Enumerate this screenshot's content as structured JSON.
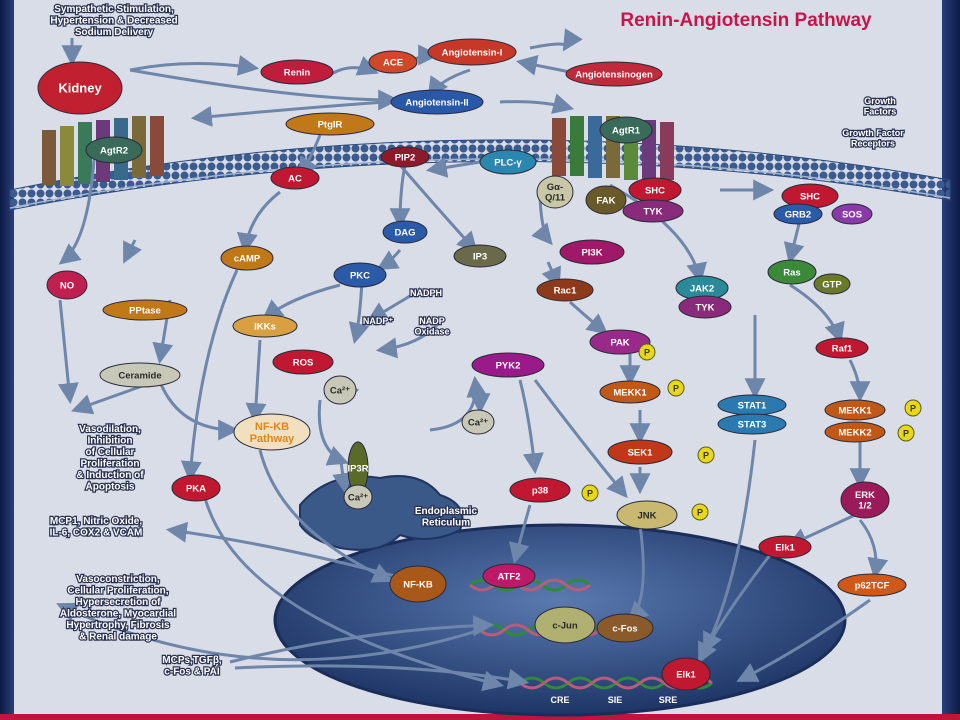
{
  "title": "Renin-Angiotensin Pathway",
  "colors": {
    "title": "#c8144a",
    "panel": "#d9dde8",
    "membrane": "#3a5a8c",
    "arrow": "#6e86aa"
  },
  "notes": {
    "stimulus": [
      "Sympathetic Stimulation,",
      "Hypertension & Decreased",
      "Sodium Delivery"
    ],
    "vasodilation": [
      "Vasodilation,",
      "Inhibition",
      "of Cellular",
      "Proliferation",
      "& Induction of",
      "Apoptosis"
    ],
    "mcp1": [
      "MCP1, Nitric Oxide,",
      "IL-6, COX2 & VCAM"
    ],
    "vasoconstriction": [
      "Vasoconstriction,",
      "Cellular Proliferation,",
      "Hypersecretion of",
      "Aldosterone, Myocardial",
      "Hypertrophy, Fibrosis",
      "& Renal damage"
    ],
    "mcps": [
      "MCPs,TGFβ,",
      "c-Fos & PAI"
    ],
    "growth_factors": [
      "Growth",
      "Factors"
    ],
    "growth_factor_receptors": [
      "Growth Factor",
      "Receptors"
    ],
    "nadph": "NADPH",
    "nadp": "NADP⁺",
    "nadp_oxidase": [
      "NADP",
      "Oxidase"
    ],
    "er": [
      "Endoplasmic",
      "Reticulum"
    ]
  },
  "nodes": {
    "kidney": "Kidney",
    "renin": "Renin",
    "ace": "ACE",
    "angiotensin_1": "Angiotensin-I",
    "angiotensinogen": "Angiotensinogen",
    "angiotensin_2": "Angiotensin-II",
    "ptgir": "PtgIR",
    "agtr2": "AgtR2",
    "agtr1": "AgtR1",
    "pip2": "PIP2",
    "plc": "PLC-γ",
    "ac": "AC",
    "gq": [
      "Gα-",
      "Q/11"
    ],
    "fak": "FAK",
    "shc1": "SHC",
    "tyk1": "TYK",
    "shc2": "SHC",
    "grb2": "GRB2",
    "sos": "SOS",
    "camp": "cAMP",
    "dag": "DAG",
    "ip3": "IP3",
    "pi3k": "PI3K",
    "jak2": "JAK2",
    "tyk2": "TYK",
    "ras": "Ras",
    "gtp": "GTP",
    "no": "NO",
    "pptase": "PPtase",
    "pkc": "PKC",
    "rac1": "Rac1",
    "ikks": "IKKs",
    "ceramide": "Ceramide",
    "pak": "PAK",
    "raf1": "Raf1",
    "ros": "ROS",
    "pyk2": "PYK2",
    "ca1": "Ca²⁺",
    "mekk1_a": "MEKK1",
    "stat1": "STAT1",
    "stat3": "STAT3",
    "mekk1_b": "MEKK1",
    "mekk2": "MEKK2",
    "nfkb_pathway": [
      "NF-KB",
      "Pathway"
    ],
    "ca2": "Ca²⁺",
    "sek1": "SEK1",
    "ip3r": "IP3R",
    "pka": "PKA",
    "p38": "p38",
    "jnk": "JNK",
    "erk": [
      "ERK",
      "1/2"
    ],
    "ca3": "Ca²⁺",
    "elk1_a": "Elk1",
    "p62tcf": "p62TCF",
    "nfkb": "NF-KB",
    "atf2": "ATF2",
    "cjun": "c-Jun",
    "cfos": "c-Fos",
    "elk1_b": "Elk1",
    "cre": "CRE",
    "sie": "SIE",
    "sre": "SRE",
    "p": "P"
  }
}
